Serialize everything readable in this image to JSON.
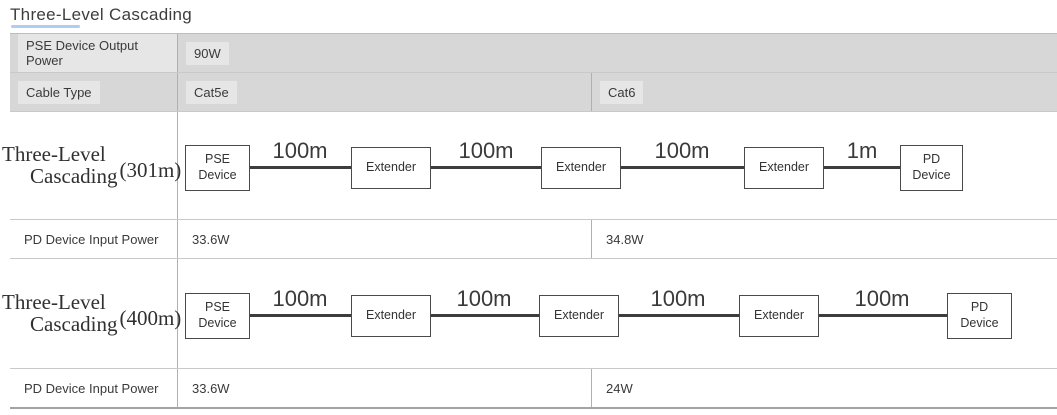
{
  "title": "Three-Level Cascading",
  "colors": {
    "accent_underline": "#aecdf0",
    "header_row_bg": "#d7d7d7",
    "chip_bg": "#e6e6e6",
    "grid_line": "#c9c9c9",
    "diagram_line": "#3d3d3d"
  },
  "spec_rows": {
    "pse_output": {
      "label": "PSE Device Output Power",
      "value": "90W"
    },
    "cable_type": {
      "label": "Cable Type",
      "cat5e": "Cat5e",
      "cat6": "Cat6"
    }
  },
  "diagrams": [
    {
      "label_line1": "Three-Level",
      "label_line2": "Cascading",
      "distance": "(301m)",
      "nodes": [
        "PSE\nDevice",
        "Extender",
        "Extender",
        "Extender",
        "PD\nDevice"
      ],
      "segments": [
        "100m",
        "100m",
        "100m",
        "1m"
      ],
      "input_power": {
        "label": "PD Device Input Power",
        "cat5e": "33.6W",
        "cat6": "34.8W"
      }
    },
    {
      "label_line1": "Three-Level",
      "label_line2": "Cascading",
      "distance": "(400m)",
      "nodes": [
        "PSE\nDevice",
        "Extender",
        "Extender",
        "Extender",
        "PD\nDevice"
      ],
      "segments": [
        "100m",
        "100m",
        "100m",
        "100m"
      ],
      "input_power": {
        "label": "PD Device Input Power",
        "cat5e": "33.6W",
        "cat6": "24W"
      }
    }
  ]
}
